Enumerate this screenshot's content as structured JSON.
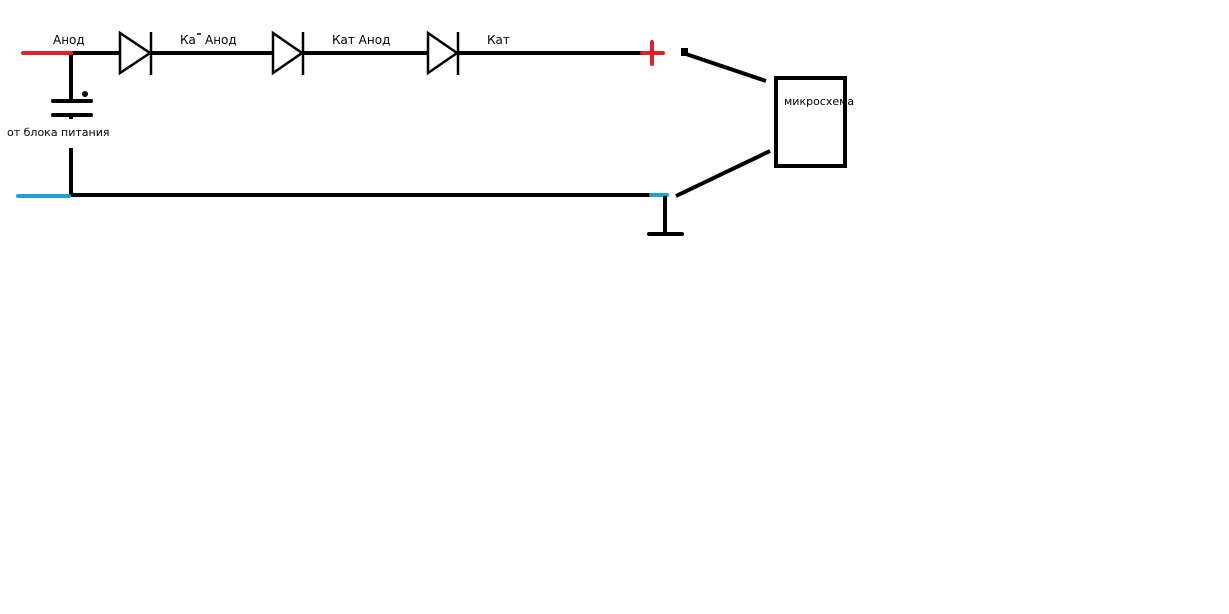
{
  "labels": {
    "anode1": "Анод",
    "cathode1": "Ка",
    "anode2": "Анод",
    "cathode_anode": "Кат Анод",
    "cathode3": "Кат",
    "power_source": "от блока питания",
    "chip": "микросхема"
  },
  "colors": {
    "positive": "#e0202a",
    "negative": "#1fa0d8",
    "wire": "#000000"
  }
}
